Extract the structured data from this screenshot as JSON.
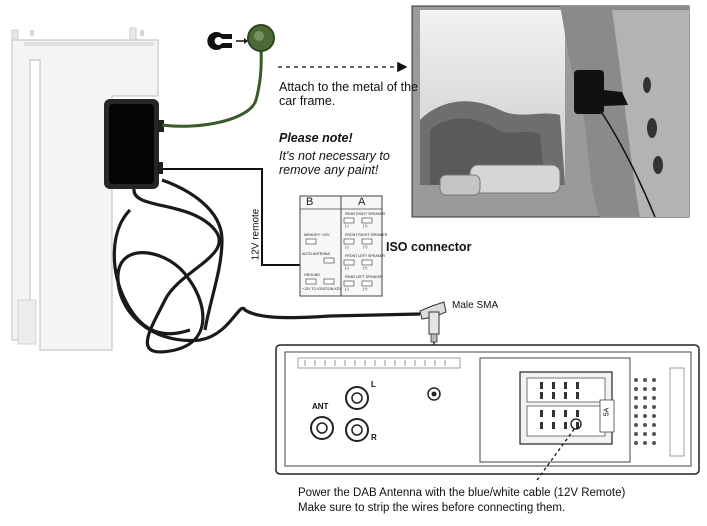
{
  "captions": {
    "attach": "Attach to the metal of the car frame.",
    "note_title": "Please note!",
    "note_body": "It's not necessary to remove any paint!",
    "remote": "12V remote",
    "iso_connector": "ISO connector",
    "male_sma": "Male SMA",
    "power": "Power the DAB Antenna with the blue/white cable (12V Remote)",
    "strip": "Make sure to strip the wires before connecting them."
  },
  "iso_block": {
    "col_b": "B",
    "col_a": "A",
    "memory": "MEMORY +12V",
    "auto_antenna": "AUTO ANTENNA",
    "ground": "GROUND",
    "ignition": "+12V TO IGNITION KEY",
    "rear_right": "REAR RIGHT SPEAKER",
    "front_right": "FRONT RIGHT SPEAKER",
    "front_left": "FRONT LEFT SPEAKER",
    "rear_left": "REAR LEFT SPEAKER",
    "minus": "(-)",
    "plus": "(+)"
  },
  "radio": {
    "ant": "ANT",
    "left": "L",
    "right": "R",
    "fuse": "5A"
  }
}
